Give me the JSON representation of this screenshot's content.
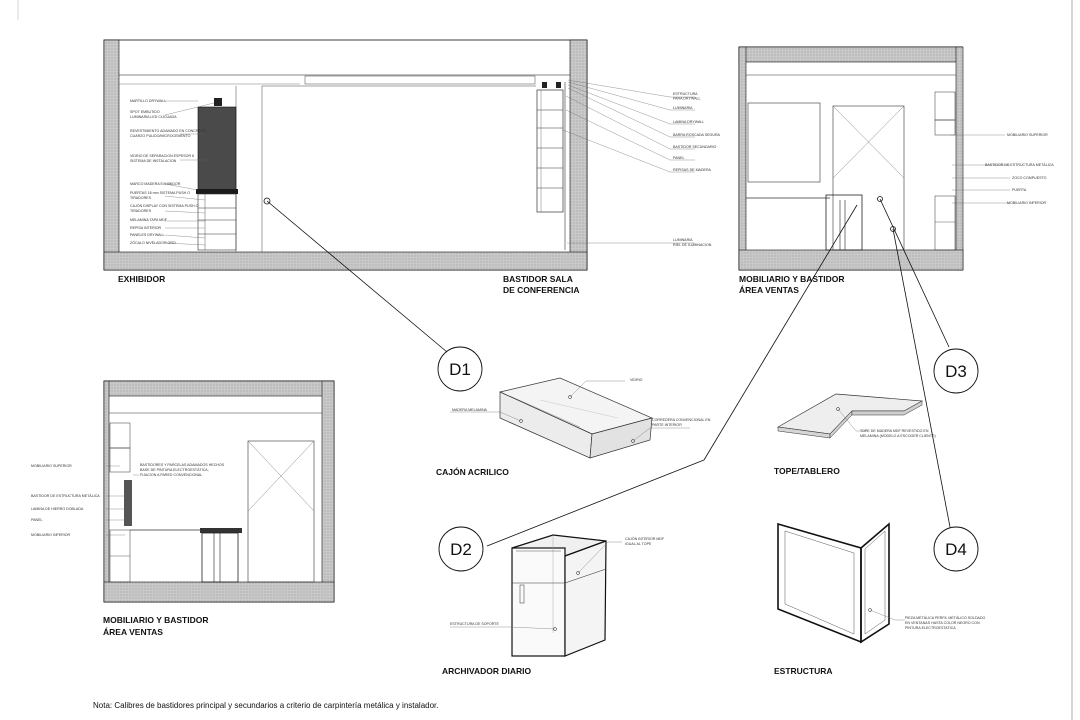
{
  "note": "Nota: Calibres de bastidores principal y secundarios a criterio de carpintería  metálica y instalador.",
  "titles": {
    "exhibidor": "EXHIBIDOR",
    "bastidor_sala_1": "BASTIDOR SALA",
    "bastidor_sala_2": "DE CONFERENCIA",
    "mob_ventas_right_1": "MOBILIARIO Y BASTIDOR",
    "mob_ventas_right_2": "ÁREA VENTAS",
    "mob_ventas_left_1": "MOBILIARIO Y BASTIDOR",
    "mob_ventas_left_2": "ÁREA VENTAS",
    "cajon": "CAJÓN ACRILICO",
    "tope": "TOPE/TABLERO",
    "archivador": "ARCHIVADOR DIARIO",
    "estructura": "ESTRUCTURA"
  },
  "details": {
    "d1": "D1",
    "d2": "D2",
    "d3": "D3",
    "d4": "D4"
  },
  "labels": {
    "exhibidor_left": [
      "MARTILLO DRYWALL",
      "SPOT EMBUTIDO",
      "LUMINARIA LED CLÍCUADA",
      "REVESTIMIENTO ADAMADO EN CONCRETO",
      "CUARZO PULIDO/MICROCEMENTO",
      "VIDRIO DE SEPARACION ESPESOR 6",
      "SISTEMA DE INSTALACION",
      "MARCO MADERA EXHIBIDOR",
      "PUERTAS 18 mm SISTEMA PUSH O",
      "TIRADORES",
      "CAJÓN DISPLAY CON SISTEMA PUSH O",
      "TIRADORES",
      "MELAMINA TAPA MDF",
      "REPISA INTERIOR",
      "PANELES DRYWALL",
      "ZÓCALO NIVELADOR ORO"
    ],
    "bastidor_right": [
      "ESTRUCTURA",
      "PARA DRYWALL",
      "LUMINARIA",
      "LAMINA DRYWALL",
      "BARRA ROSCADA SEGURA",
      "BASTIDOR SECUNDARIO",
      "PANEL",
      "REPISAS DE MADERA",
      "LUMINARIA",
      "RIEL DE ILUMINACION"
    ],
    "ventas_right": [
      "MOBILIARIO SUPERIOR",
      "BASTIDOR DE ESTRUCTURA METÁLICA",
      "ZOCO COMPUESTO",
      "PUERTA",
      "MOBILIARIO INFERIOR"
    ],
    "ventas_left": [
      "MOBILIARIO SUPERIOR",
      "BASTIDOR DE ESTRUCTURA METÁLICA",
      "LAMINA DE HIERRO DOBLADA",
      "PANEL",
      "MOBILIARIO INFERIOR",
      "BASTIDORES Y PARCELAS ADAMADOS HECHOS",
      "BASE DE PINTURA ELECTROESTÁTICA,",
      "FIJACION A PARED CONVENCIONAL"
    ],
    "cajon": [
      "VIDRIO",
      "MADERA MELAMINA",
      "CORREDERA CONVENCIONAL EN",
      "PARTE INTERIOR"
    ],
    "tope": [
      "TOPE DE MADERA MDF REVESTIDO EN",
      "MELAMINA (MODELO A ESCOGER CLIENTE)"
    ],
    "archivador": [
      "CAJÓN INTERIOR MDF",
      "IGUAL AL TOPE",
      "ESTRUCTURA DE SOPORTE"
    ],
    "estructura": [
      "PIEZA METÁLICA PERFIL METÁLICO SOLDADO",
      "EN VENTANAS HASTA COLOR NEGRO CON",
      "PINTURA ELECTROESTATICA"
    ]
  }
}
